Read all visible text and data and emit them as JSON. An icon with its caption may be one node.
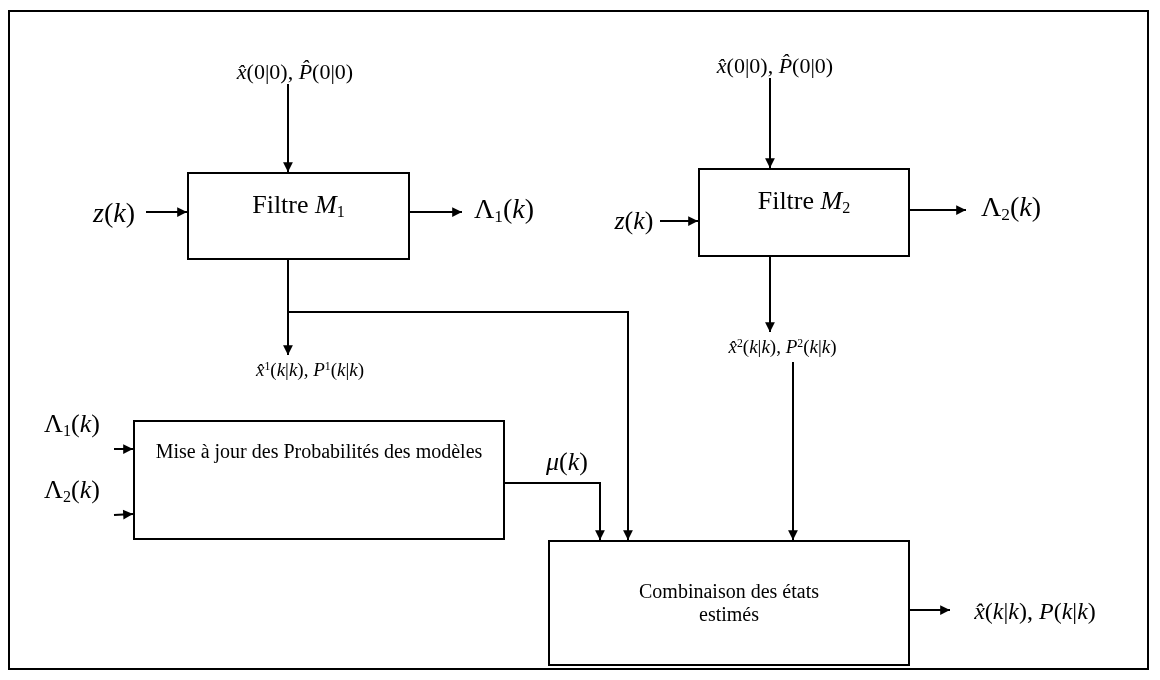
{
  "diagram": {
    "nodes": [
      {
        "text": [
          "*x̂*(0|0), *P̂*(0|0)"
        ]
      },
      {
        "text": [
          "Filtre *M*$_{1}$"
        ]
      },
      {
        "text": [
          "*z*(*k*)"
        ]
      },
      {
        "text": [
          "Λ$_{1}$(*k*)"
        ]
      },
      {
        "text": [
          "*x̂*(0|0), *P̂*(0|0)"
        ]
      },
      {
        "text": [
          "Filtre *M*$_{2}$"
        ]
      },
      {
        "text": [
          "*z*(*k*)"
        ]
      },
      {
        "text": [
          "Λ$_{2}$(*k*)"
        ]
      },
      {
        "text": [
          "*x̂*$^{1}$(*k*|*k*), *P*$^{1}$(*k*|*k*)"
        ]
      },
      {
        "text": [
          "*x̂*$^{2}$(*k*|*k*), *P*$^{2}$(*k*|*k*)"
        ]
      },
      {
        "text": [
          "Λ$_{1}$(*k*)"
        ]
      },
      {
        "text": [
          "Λ$_{2}$(*k*)"
        ]
      },
      {
        "text": [
          "Mise à jour des Probabilités des modèles"
        ]
      },
      {
        "text": [
          "Combinaison des états estimés"
        ]
      },
      {
        "text": [
          "*x̂*(*k*|*k*), *P*(*k*|*k*)"
        ]
      }
    ],
    "edges": [
      {
        "from": 0,
        "to": 1,
        "arrow": "to"
      },
      {
        "from": 2,
        "to": 1,
        "arrow": "to"
      },
      {
        "from": 1,
        "to": 3,
        "arrow": "to"
      },
      {
        "from": 4,
        "to": 5,
        "arrow": "to"
      },
      {
        "from": 6,
        "to": 5,
        "arrow": "to"
      },
      {
        "from": 5,
        "to": 7,
        "arrow": "to"
      },
      {
        "from": 1,
        "to": 8,
        "arrow": "to"
      },
      {
        "from": 1,
        "to": 13,
        "arrow": "to"
      },
      {
        "from": 5,
        "to": 9,
        "arrow": "to"
      },
      {
        "from": 9,
        "to": 13,
        "arrow": "to"
      },
      {
        "from": 10,
        "to": 12,
        "arrow": "to"
      },
      {
        "from": 11,
        "to": 12,
        "arrow": "to"
      },
      {
        "from": 12,
        "to": 13,
        "arrow": "to",
        "label": "*μ*(*k*)"
      },
      {
        "from": 13,
        "to": 14,
        "arrow": "to"
      }
    ]
  }
}
